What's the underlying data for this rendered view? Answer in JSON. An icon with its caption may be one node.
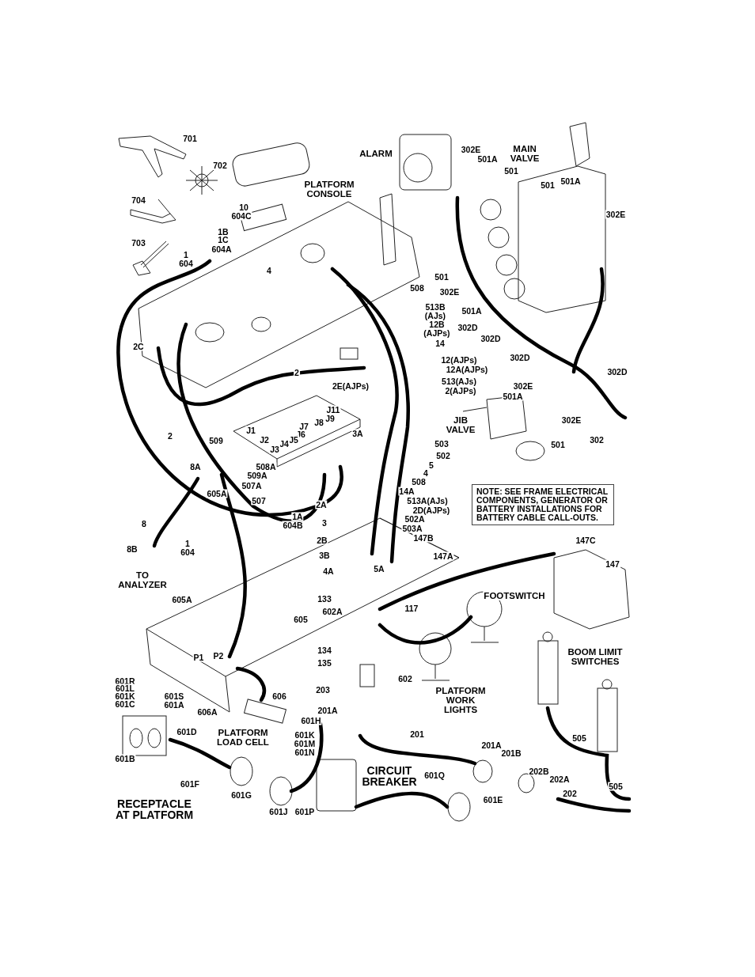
{
  "diagram": {
    "nodes": [
      {
        "text": [
          "NOTE: SEE FRAME ELECTRICAL COMPONENTS, GENERATOR OR BATTERY INSTALLATIONS FOR BATTERY CABLE CALL-OUTS."
        ]
      }
    ],
    "labels": [
      "701",
      "702",
      "ALARM",
      "302E",
      "MAIN VALVE",
      "501A",
      "501",
      "PLATFORM CONSOLE",
      "704",
      "501",
      "501A",
      "10",
      "604C",
      "302E",
      "1B",
      "1C",
      "604A",
      "703",
      "1",
      "604",
      "4",
      "508",
      "501",
      "302E",
      "513B (AJs)",
      "501A",
      "12B (AJPs)",
      "302D",
      "302D",
      "14",
      "2C",
      "302D",
      "302D",
      "2",
      "12(AJPs)",
      "12A(AJPs)",
      "513(AJs)",
      "2(AJPs)",
      "2E(AJPs)",
      "302E",
      "501A",
      "J11",
      "302E",
      "J9",
      "J8",
      "J7",
      "J1",
      "J6",
      "J5",
      "JIB VALVE",
      "2",
      "J2",
      "J4",
      "J3",
      "3A",
      "501",
      "302",
      "509",
      "503",
      "502",
      "8A",
      "508A",
      "5",
      "4",
      "509A",
      "508",
      "507A",
      "605A",
      "14A",
      "507",
      "513A(AJs)",
      "2A",
      "2D(AJPs)",
      "1A",
      "604B",
      "502A",
      "8",
      "3",
      "503A",
      "147B",
      "2B",
      "147C",
      "1",
      "604",
      "8B",
      "3B",
      "147A",
      "147",
      "5A",
      "4A",
      "TO ANALYZER",
      "133",
      "605A",
      "FOOTSWITCH",
      "602A",
      "117",
      "605",
      "P1",
      "P2",
      "BOOM LIMIT SWITCHES",
      "134",
      "135",
      "602",
      "601R",
      "601L",
      "601K",
      "601C",
      "601S",
      "601A",
      "203",
      "606",
      "PLATFORM WORK LIGHTS",
      "606A",
      "201A",
      "601H",
      "601K",
      "601M",
      "601N",
      "601D",
      "PLATFORM LOAD CELL",
      "201",
      "505",
      "201A",
      "201B",
      "601B",
      "CIRCUIT BREAKER",
      "601Q",
      "202B",
      "202A",
      "505",
      "601F",
      "202",
      "601G",
      "601E",
      "RECEPTACLE AT PLATFORM",
      "601J",
      "601P"
    ]
  }
}
